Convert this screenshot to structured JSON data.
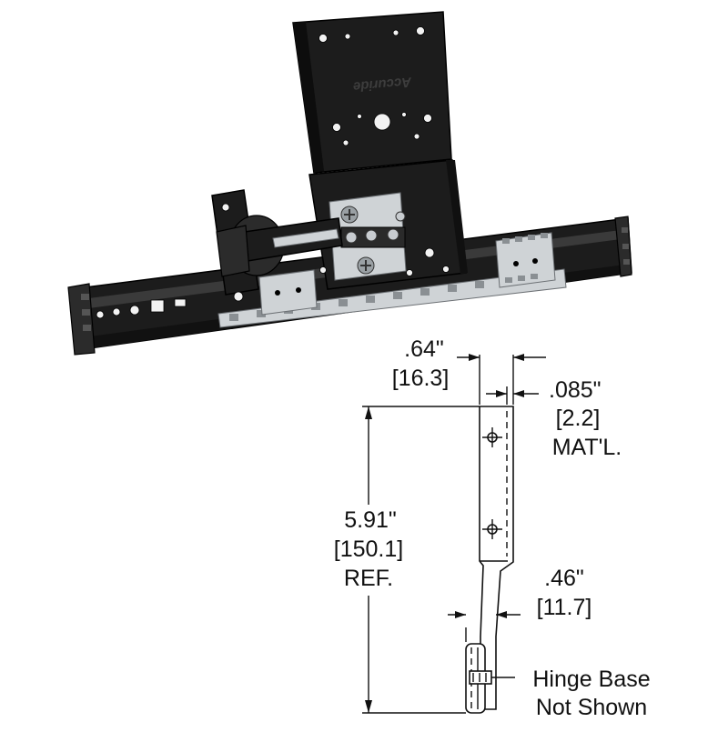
{
  "product": {
    "brand_logo": "Accuride",
    "logo_text": "Accuride"
  },
  "dimensions": {
    "width_in": ".64\"",
    "width_mm": "[16.3]",
    "material_in": ".085\"",
    "material_mm": "[2.2]",
    "material_label": "MAT'L.",
    "height_in": "5.91\"",
    "height_mm": "[150.1]",
    "height_ref": "REF.",
    "offset_in": ".46\"",
    "offset_mm": "[11.7]"
  },
  "notes": {
    "hinge_line1": "Hinge Base",
    "hinge_line2": "Not Shown"
  },
  "colors": {
    "metal": "#1c1c1c",
    "zinc": "#cfd3d6",
    "line": "#111111"
  }
}
